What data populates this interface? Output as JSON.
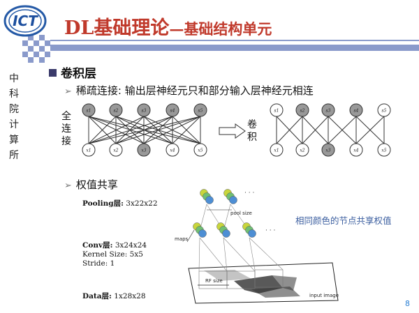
{
  "logo": {
    "text": "ICT"
  },
  "title": {
    "main": "DL基础理论",
    "sub": "—基础结构单元"
  },
  "side_calligraphy": [
    "中",
    "科",
    "院",
    "计",
    "算",
    "所"
  ],
  "bullet": "卷积层",
  "subpoint1": "稀疏连接: 输出层神经元只和部分输入层神经元相连",
  "subpoint2": "权值共享",
  "full_conn_label": [
    "全",
    "连",
    "接"
  ],
  "conv_label": [
    "卷",
    "积"
  ],
  "node_labels": {
    "top": [
      "s1",
      "s2",
      "s3",
      "s4",
      "s5"
    ],
    "bottom": [
      "x1",
      "x2",
      "x3",
      "x4",
      "x5"
    ]
  },
  "layers": {
    "pooling": {
      "name": "Pooling层:",
      "value": "3x22x22"
    },
    "conv": {
      "name": "Conv层:",
      "value": "3x24x24",
      "kernel": "Kernel Size:  5x5",
      "stride": "Stride: 1"
    },
    "data": {
      "name": "Data层:",
      "value": "1x28x28"
    }
  },
  "diagram_labels": {
    "pool_size": "pool size",
    "maps": "maps",
    "rf_size": "RF size",
    "input_image": "input image",
    "ellipsis": "· · ·"
  },
  "note": "相同颜色的节点共享权值",
  "page_number": "8",
  "colors": {
    "title": "#c0392b",
    "note": "#3c5fa0",
    "grey_node": "#999999",
    "bar_blue": "#7c8fc0"
  }
}
